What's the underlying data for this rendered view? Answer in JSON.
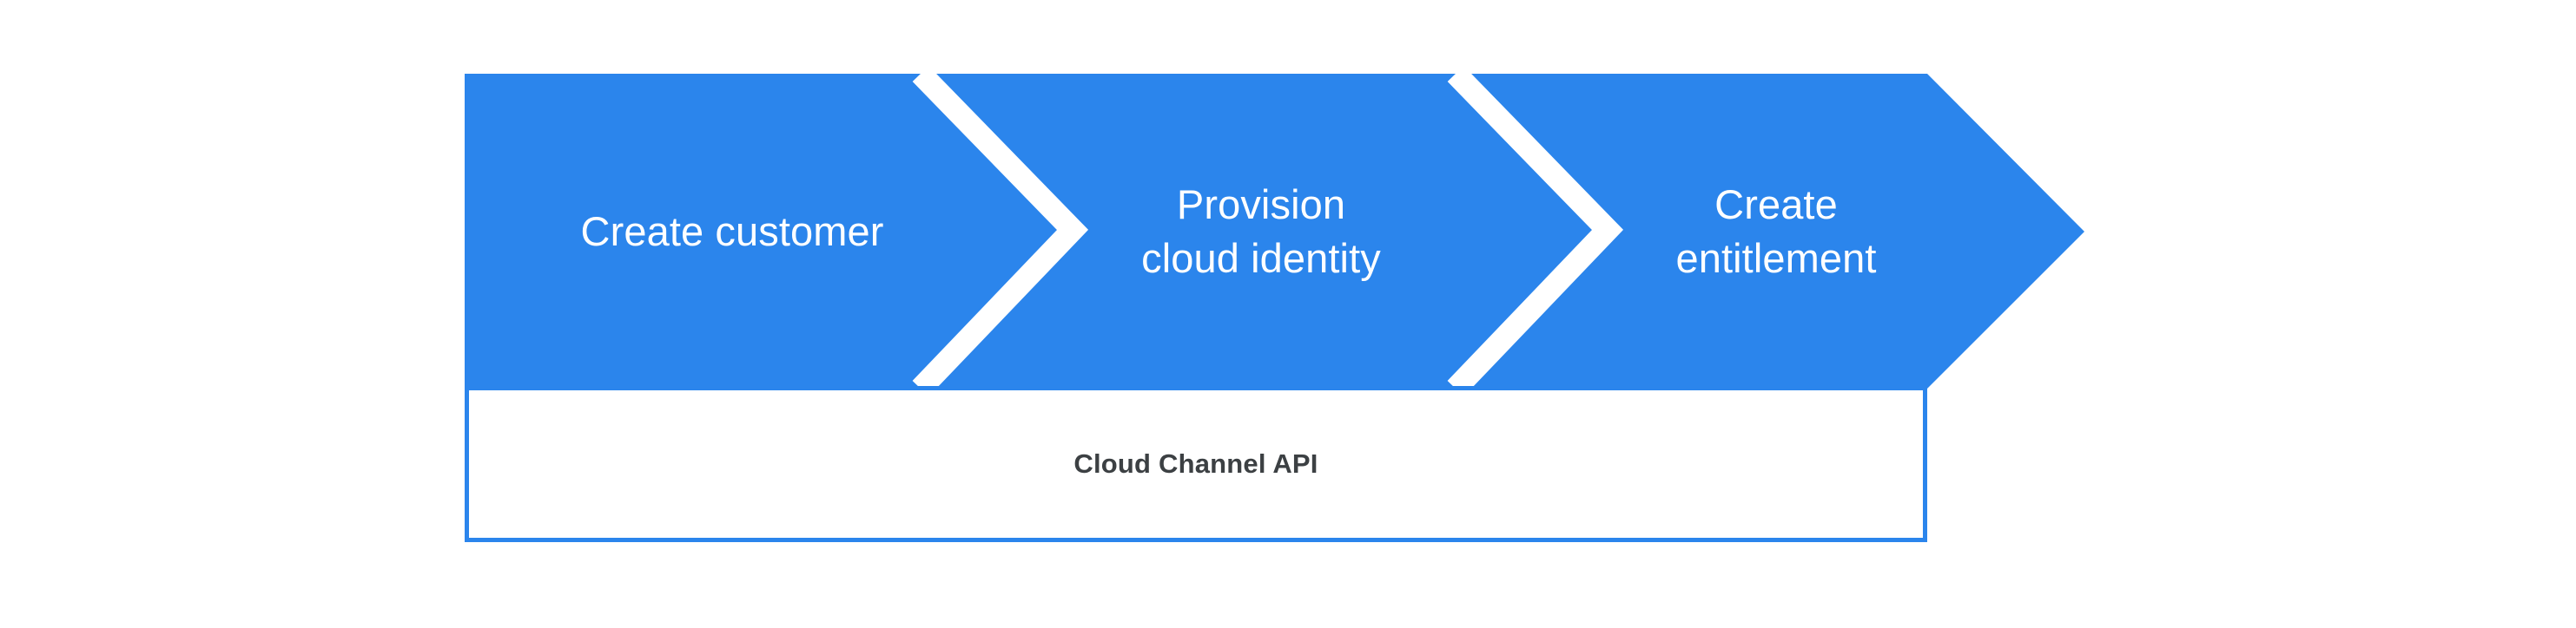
{
  "diagram": {
    "title": "Cloud Channel API process flow",
    "type": "chevron-process-flow",
    "colors": {
      "chevron_fill": "#2b85ec",
      "chevron_label_text": "#ffffff",
      "gap_stroke": "#ffffff",
      "api_box_border": "#2b85ec",
      "api_box_fill": "#ffffff",
      "api_box_text": "#3c4043",
      "page_background": "#ffffff"
    },
    "steps": [
      {
        "index": 1,
        "label": "Create customer"
      },
      {
        "index": 2,
        "label": "Provision\ncloud identity"
      },
      {
        "index": 3,
        "label": "Create\nentitlement"
      }
    ],
    "footer": {
      "label": "Cloud Channel API"
    }
  }
}
